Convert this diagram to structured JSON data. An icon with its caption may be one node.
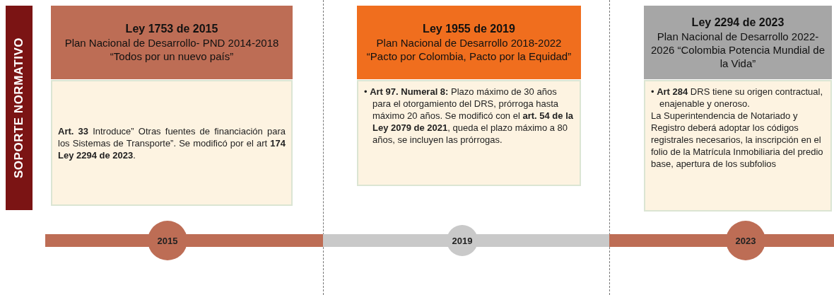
{
  "diagram": {
    "nodes": [
      {
        "text": [
          "SOPORTE NORMATIVO"
        ]
      },
      {
        "text": [
          "Ley 1753 de 2015",
          "Plan Nacional de Desarrollo- PND 2014-2018 “Todos por un nuevo país”"
        ]
      },
      {
        "text": [
          "**Art. 33** Introduce” Otras fuentes de financiación para los Sistemas de Transporte”. Se modificó por el art **174 Ley 2294 de 2023**."
        ]
      },
      {
        "text": [
          "Ley 1955 de 2019",
          "Plan Nacional de Desarrollo 2018-2022 “Pacto por Colombia, Pacto por la Equidad”"
        ]
      },
      {
        "text": [
          "• **Art 97. Numeral 8:** Plazo máximo de 30 años para el otorgamiento del DRS, prórroga hasta máximo 20 años. Se modificó con el **art. 54 de la Ley 2079 de 2021**, queda el plazo máximo a 80 años, se incluyen las prórrogas."
        ]
      },
      {
        "text": [
          "Ley 2294 de 2023",
          "Plan Nacional de Desarrollo 2022-2026 “Colombia Potencia Mundial de la Vida”"
        ]
      },
      {
        "text": [
          "• **Art 284** DRS tiene su origen contractual, enajenable y oneroso.",
          "La Superintendencia de Notariado y Registro deberá adoptar los códigos registrales necesarios, la inscripción en el folio de la Matrícula Inmobiliaria del predio base, apertura de los subfolios"
        ]
      },
      {
        "text": [
          "2015"
        ]
      },
      {
        "text": [
          "2019"
        ]
      },
      {
        "text": [
          "2023"
        ]
      }
    ]
  }
}
